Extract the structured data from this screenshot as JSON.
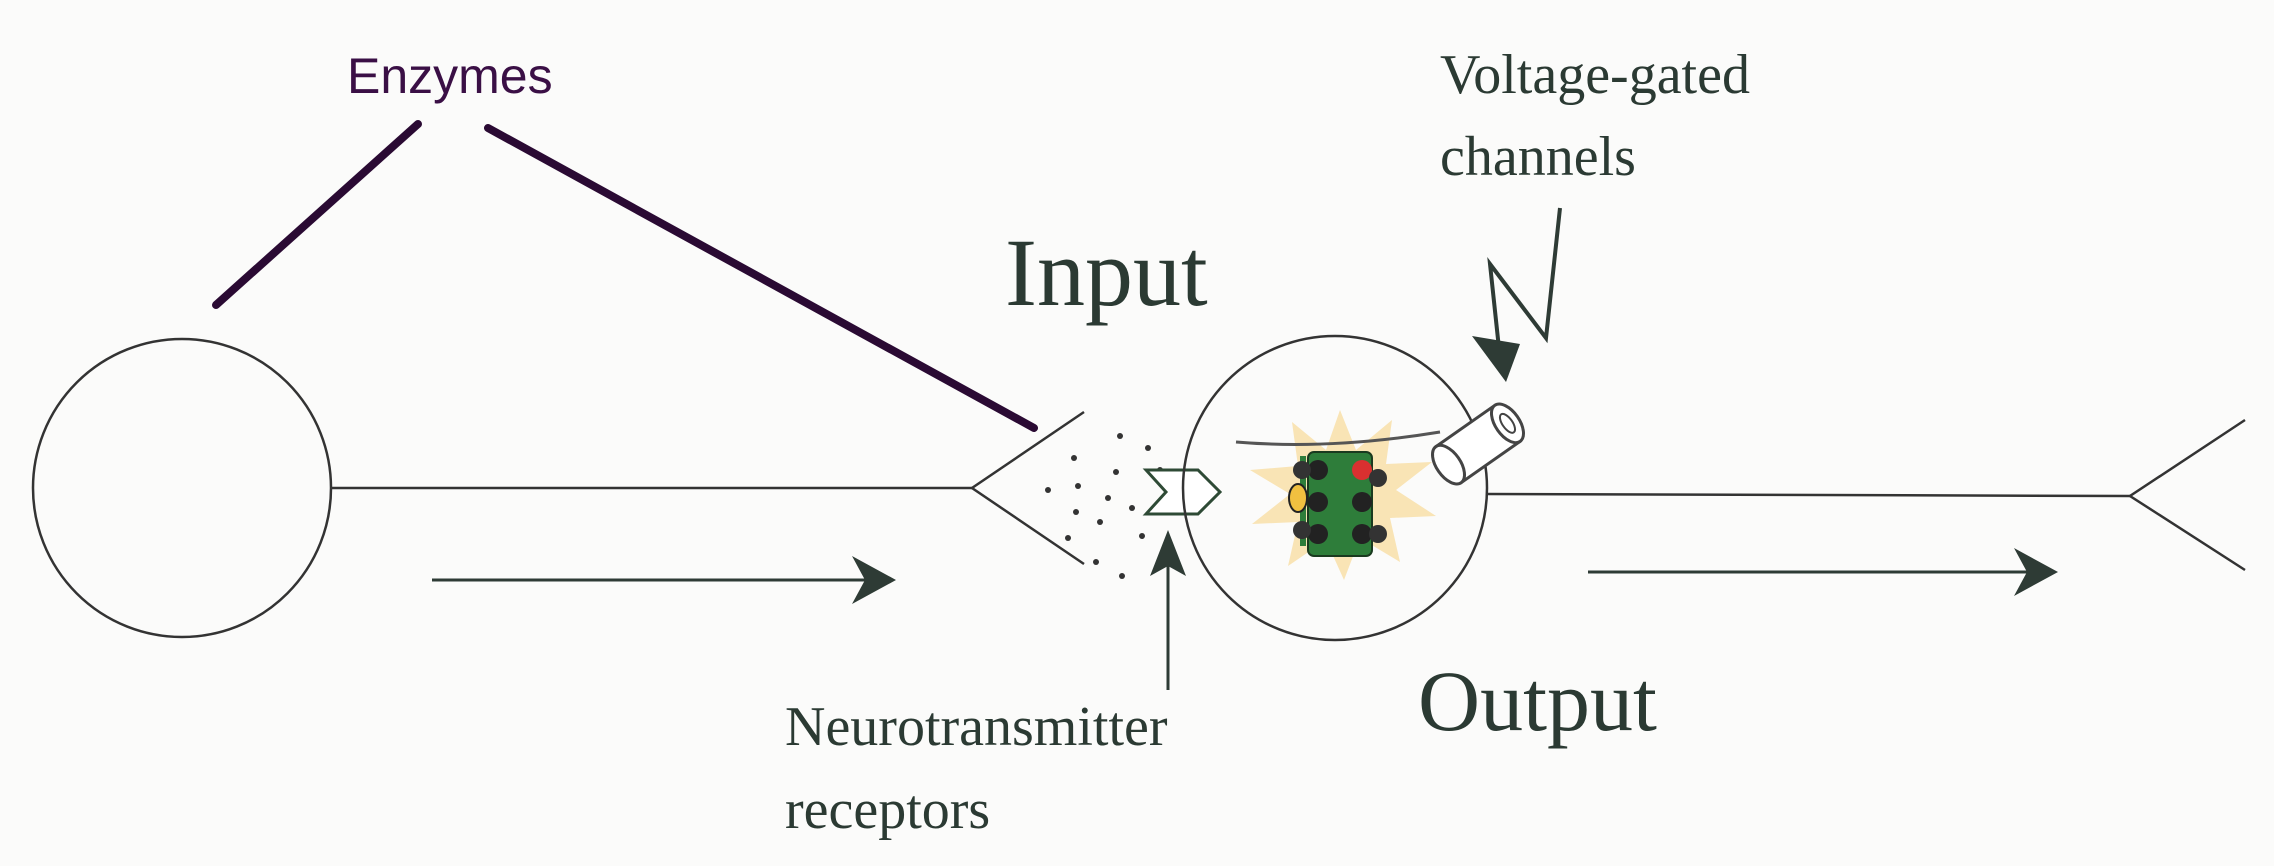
{
  "labels": {
    "enzymes": "Enzymes",
    "voltage_gated_line1": "Voltage-gated",
    "voltage_gated_line2": "channels",
    "input": "Input",
    "output": "Output",
    "receptors_line1": "Neurotransmitter",
    "receptors_line2": "receptors"
  },
  "colors": {
    "background": "#fbfbfa",
    "enzymes_text": "#3a0f45",
    "enzymes_lines": "#2a0a33",
    "label_text": "#2b3a33",
    "neuron_stroke": "#333333",
    "arrow": "#2e3b35",
    "traffic_light_body": "#2e7d3a",
    "glow": "#f8dfa8",
    "red_light": "#d93030",
    "amber_light": "#f0c040"
  },
  "icons": [
    "traffic-light-icon",
    "ion-channel-icon",
    "neurotransmitter-receptor-icon"
  ]
}
